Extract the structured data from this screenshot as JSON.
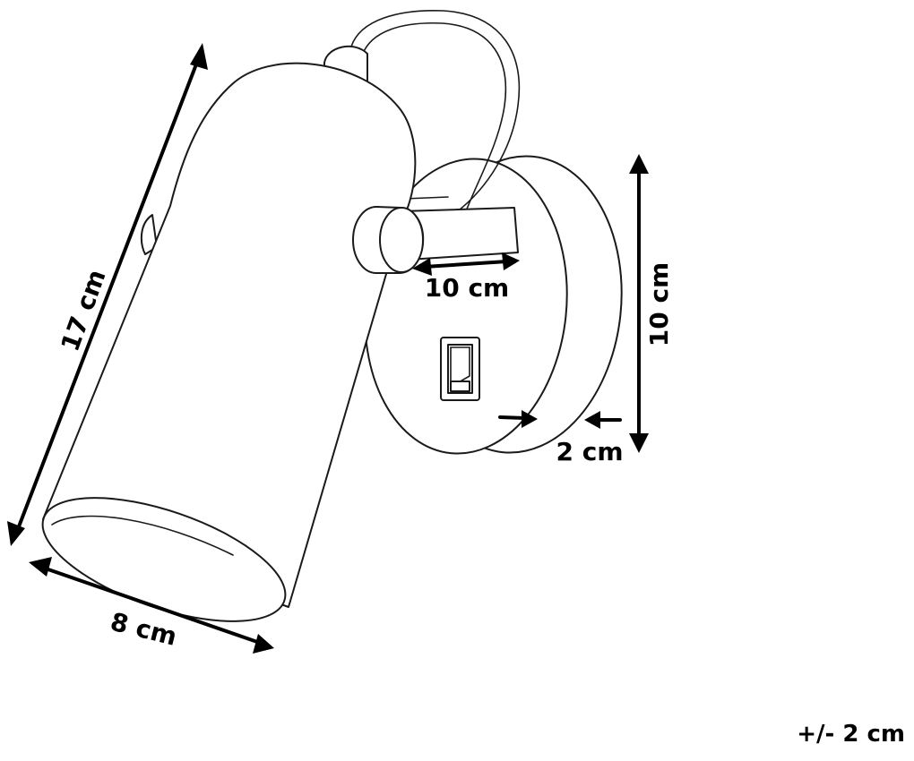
{
  "dimensions": {
    "shade_length": "17 cm",
    "shade_diameter": "8 cm",
    "bracket_width": "10 cm",
    "plate_height": "10 cm",
    "plate_depth": "2 cm"
  },
  "tolerance": "+/- 2 cm",
  "colors": {
    "line": "#1a1a1a",
    "dimension": "#000000",
    "background": "#ffffff"
  }
}
